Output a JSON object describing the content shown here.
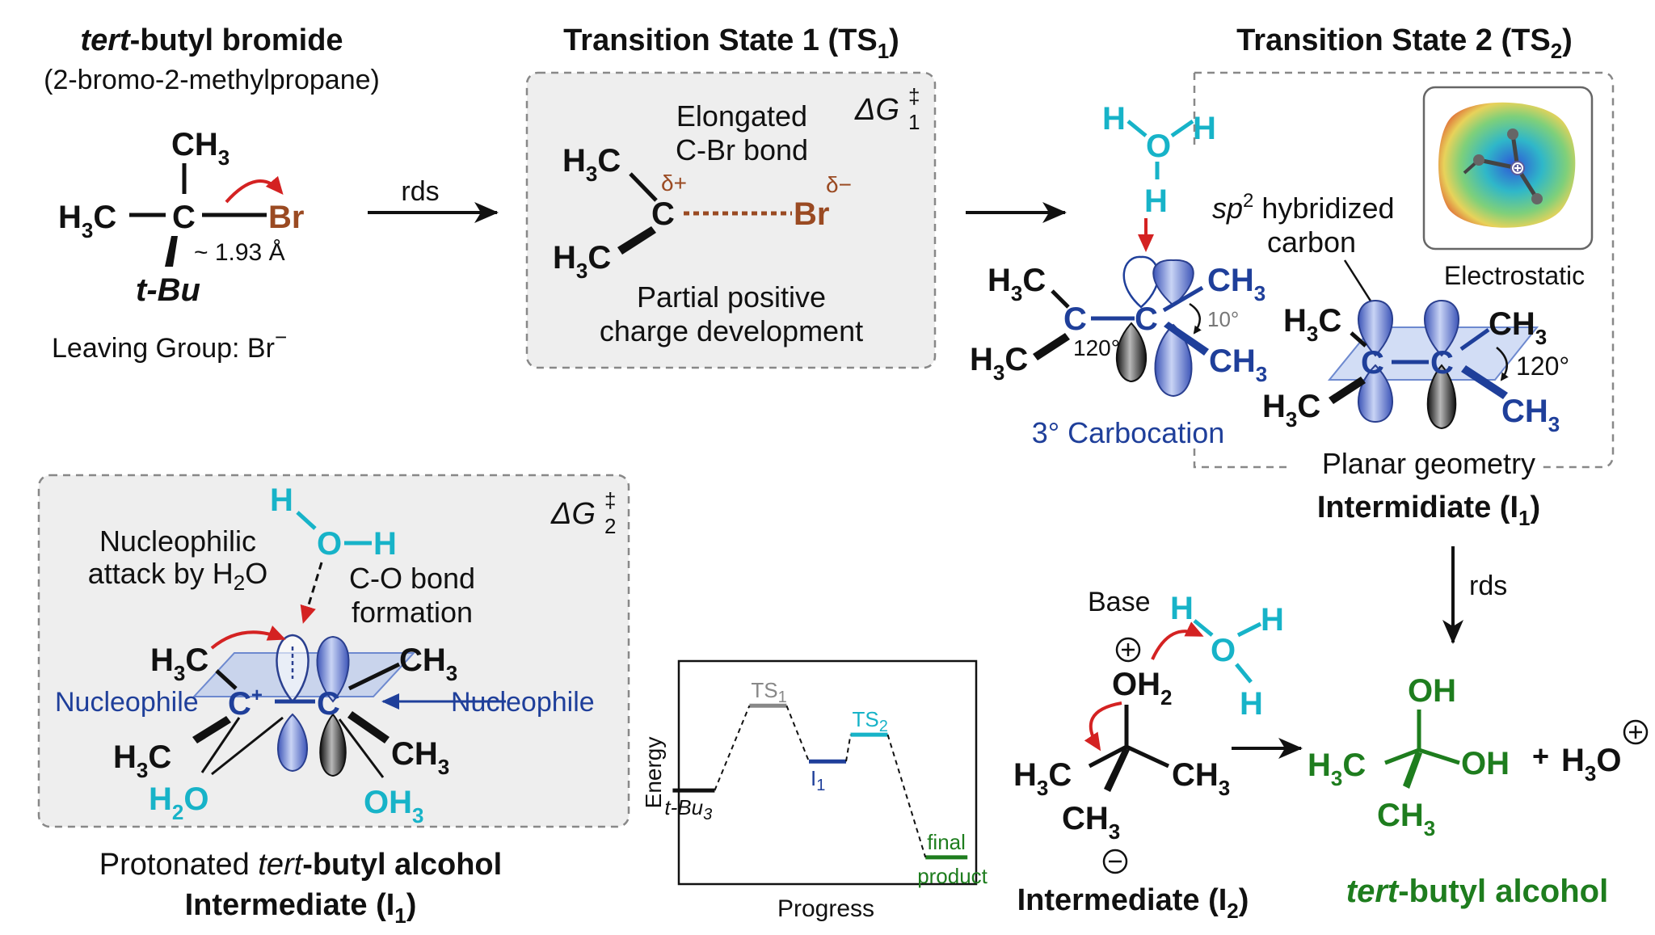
{
  "panel_reactant": {
    "title_italic": "tert",
    "title_rest": "-butyl bromide",
    "subtitle": "(2-bromo-2-methylpropane)",
    "bond_length": "~ 1.93 Å",
    "leaving_group": "Leaving Group: Br",
    "leaving_group_charge": "−"
  },
  "arrow_rds_1": "rds",
  "panel_ts1": {
    "title": "Transition State 1 (TS",
    "title_sub": "1",
    "title_close": ")",
    "elongated_1": "Elongated",
    "elongated_2": "C-Br bond",
    "delta_plus": "δ+",
    "delta_minus": "δ−",
    "dg_label": "ΔG",
    "dg_sup": "‡",
    "dg_sub": "1",
    "partial_1": "Partial positive",
    "partial_2": "charge development"
  },
  "panel_carbocation": {
    "angle_120": "120°",
    "angle_10": "10°",
    "label": "3° Carbocation"
  },
  "panel_ts2": {
    "title": "Transition State 2 (TS",
    "title_sub": "2",
    "title_close": ")",
    "sp2_italic": "sp",
    "sp2_sup": "2",
    "sp2_rest": " hybridized",
    "sp2_line2": "carbon",
    "electrostatic": "Electrostatic",
    "angle": "120°",
    "planar": "Planar geometry",
    "intermediate": "Intermidiate (I",
    "intermediate_sub": "1",
    "intermediate_close": ")"
  },
  "arrow_rds_2": "rds",
  "panel_protonated": {
    "dg_label": "ΔG",
    "dg_sup": "‡",
    "dg_sub": "2",
    "nuc_attack_1": "Nucleophilic",
    "nuc_attack_2": "attack by H",
    "nuc_attack_sub": "2",
    "nuc_attack_end": "O",
    "co_bond_1": "C-O bond",
    "co_bond_2": "formation",
    "nucleophile_left": "Nucleophile",
    "nucleophile_right": "Nucleophile",
    "caption_1": "Protonated ",
    "caption_italic": "tert",
    "caption_bold": "-butyl alcohol",
    "caption_2": "Intermediate (I",
    "caption_2_sub": "1",
    "caption_2_close": ")"
  },
  "panel_i2": {
    "base": "Base",
    "caption": "Intermediate (I",
    "caption_sub": "2",
    "caption_close": ")"
  },
  "panel_product": {
    "plus": "+",
    "caption_italic": "tert",
    "caption_rest": "-butyl alcohol"
  },
  "atoms": {
    "CH3": "CH",
    "H3C_H": "H",
    "sub3": "3",
    "sub2": "2",
    "C": "C",
    "Br": "Br",
    "tBu": "t-Bu",
    "H": "H",
    "O": "O",
    "OH": "OH",
    "OH2": "OH",
    "H2O": "H",
    "OH3": "OH",
    "H3O": "H",
    "Cplus": "C",
    "plus_sup": "+"
  },
  "chart_data": {
    "type": "line",
    "title": "",
    "xlabel": "Progress",
    "ylabel": "Energy",
    "levels": [
      {
        "label": "t-Bu",
        "label_sub": "3",
        "x": 0.05,
        "energy": 0.42,
        "color": "#111111"
      },
      {
        "label": "TS",
        "label_sub": "1",
        "x": 0.3,
        "energy": 0.8,
        "color": "#888888"
      },
      {
        "label": "I",
        "label_sub": "1",
        "x": 0.5,
        "energy": 0.55,
        "color": "#1f3f9a"
      },
      {
        "label": "TS",
        "label_sub": "2",
        "x": 0.64,
        "energy": 0.67,
        "color": "#17b3c8"
      },
      {
        "label": "final",
        "label2": "product",
        "x": 0.9,
        "energy": 0.12,
        "color": "#1e7d1e"
      }
    ],
    "grid": false
  },
  "colors": {
    "carbon_blue": "#1f3f9a",
    "water_cyan": "#17b3c8",
    "product_green": "#1e7d1e",
    "bromine_brown": "#9a4a22",
    "arrow_red": "#d42222"
  }
}
